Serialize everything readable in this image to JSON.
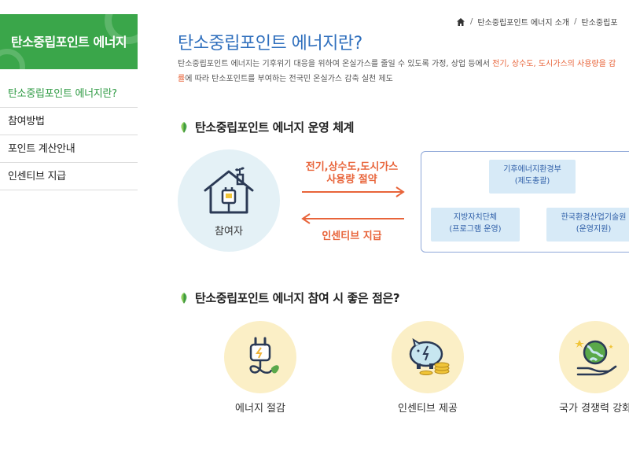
{
  "sidebar": {
    "title": "탄소중립포인트 에너지",
    "items": [
      {
        "label": "탄소중립포인트 에너지란?"
      },
      {
        "label": "참여방법"
      },
      {
        "label": "포인트 계산안내"
      },
      {
        "label": "인센티브 지급"
      }
    ]
  },
  "breadcrumb": {
    "items": [
      "탄소중립포인트 에너지 소개",
      "탄소중립포"
    ]
  },
  "main": {
    "title": "탄소중립포인트 에너지란?",
    "desc_part1": "탄소중립포인트 에너지는 기후위기 대응을 위하여 온실가스를 줄일 수 있도록 가정, 상업 등에서 ",
    "desc_highlight": "전기, 상수도, 도시가스의 사용량을 감",
    "desc_highlight2": "률",
    "desc_part2": "에 따라 탄소포인트를 부여하는 전국민 온실가스 감축 실천 제도"
  },
  "system": {
    "title": "탄소중립포인트 에너지 운영 체계",
    "participant": "참여자",
    "arrow_top_line1": "전기,상수도,도시가스",
    "arrow_top_line2": "사용량 절약",
    "arrow_bottom": "인센티브 지급",
    "orgs": [
      {
        "name": "기후에너지환경부",
        "role": "(제도총괄)"
      },
      {
        "name": "지방자치단체",
        "role": "(프로그램 운영)"
      },
      {
        "name": "한국환경산업기술원",
        "role": "(운영지원)"
      }
    ]
  },
  "benefits": {
    "title": "탄소중립포인트 에너지 참여 시 좋은 점은?",
    "items": [
      {
        "label": "에너지 절감"
      },
      {
        "label": "인센티브 제공"
      },
      {
        "label": "국가 경쟁력 강화"
      }
    ]
  }
}
